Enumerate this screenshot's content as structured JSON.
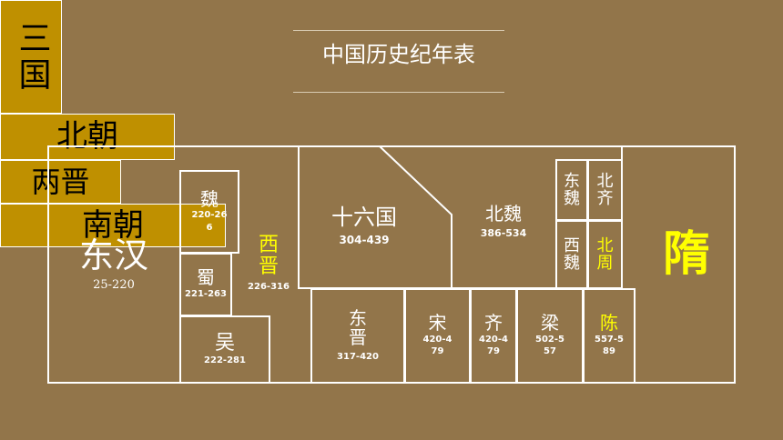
{
  "title": "中国历史纪年表",
  "colors": {
    "background": "#92754a",
    "band_fill": "#bf9000",
    "line": "#ffffff",
    "highlight": "#ffff00"
  },
  "bands": {
    "sanguo": "三国",
    "beichao": "北朝",
    "liangjin": "两晋",
    "nanchao": "南朝"
  },
  "periods": {
    "donghan": {
      "name": "东汉",
      "years": "25-220"
    },
    "wei": {
      "name": "魏",
      "years": "220-266"
    },
    "shu": {
      "name": "蜀",
      "years": "221-263"
    },
    "wu": {
      "name": "吴",
      "years": "222-281"
    },
    "xijin": {
      "name": "西晋",
      "years": "226-316"
    },
    "shiliuguo": {
      "name": "十六国",
      "years": "304-439"
    },
    "beiwei": {
      "name": "北魏",
      "years": "386-534"
    },
    "dongwei": {
      "name": "东魏"
    },
    "beiqi": {
      "name": "北齐"
    },
    "xiwei": {
      "name": "西魏"
    },
    "beizhou": {
      "name": "北周"
    },
    "dongjin": {
      "name": "东晋",
      "years": "317-420"
    },
    "song": {
      "name": "宋",
      "years": "420-479"
    },
    "qi": {
      "name": "齐",
      "years": "420-479"
    },
    "liang": {
      "name": "梁",
      "years": "502-557"
    },
    "chen": {
      "name": "陈",
      "years": "557-589"
    },
    "sui": {
      "name": "隋"
    }
  }
}
